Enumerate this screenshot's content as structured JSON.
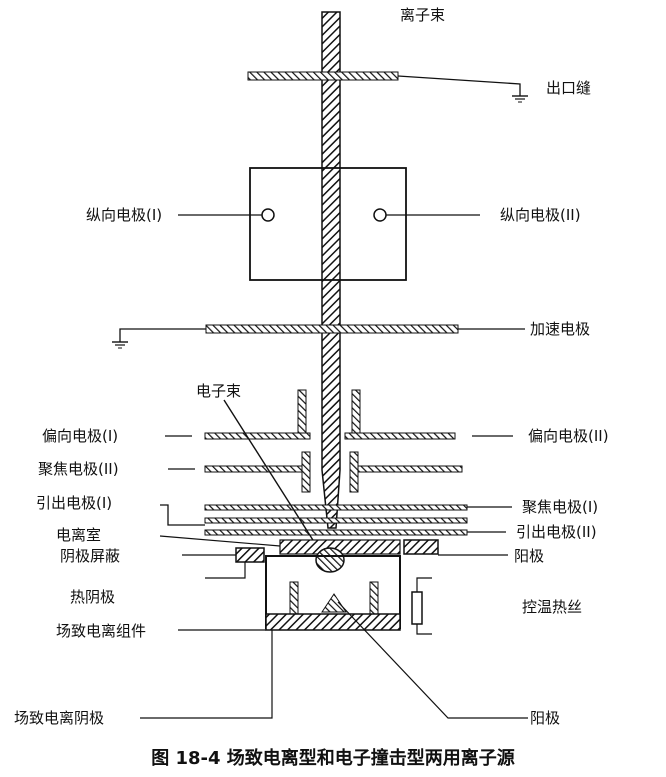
{
  "labels": {
    "ion_beam": "离子束",
    "exit_slit": "出口缝",
    "longitudinal_electrode_1": "纵向电极(I)",
    "longitudinal_electrode_2": "纵向电极(II)",
    "acceleration_electrode": "加速电极",
    "electron_beam": "电子束",
    "deflection_electrode_1": "偏向电极(I)",
    "deflection_electrode_2": "偏向电极(II)",
    "focusing_electrode_2_left": "聚焦电极(II)",
    "extraction_electrode_1": "引出电极(I)",
    "focusing_electrode_1_right": "聚焦电极(I)",
    "extraction_electrode_2": "引出电极(II)",
    "ionization_chamber": "电离室",
    "cathode_shield": "阴极屏蔽",
    "anode": "阳极",
    "hot_cathode": "热阴极",
    "temperature_control_heater": "控温热丝",
    "field_ionization_assembly": "场致电离组件",
    "field_ionization_cathode": "场致电离阴极",
    "anode_bottom": "阳极"
  },
  "caption": "图 18-4   场致电离型和电子撞击型两用离子源"
}
